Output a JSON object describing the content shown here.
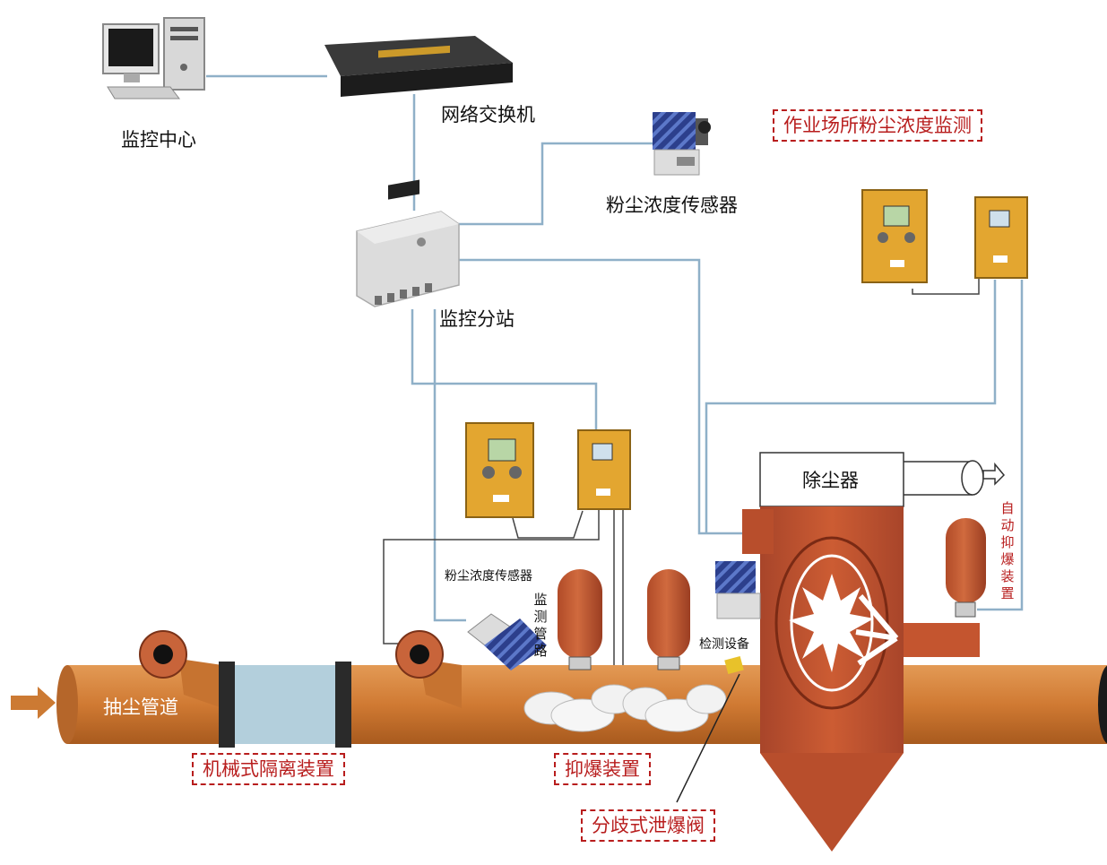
{
  "labels": {
    "monitor_center": "监控中心",
    "network_switch": "网络交换机",
    "dust_sensor_top": "粉尘浓度传感器",
    "sub_station": "监控分站",
    "dust_sensor_mid": "粉尘浓度传感器",
    "monitor_pipe": "监测管路",
    "detector": "检测设备",
    "dust_collector": "除尘器",
    "auto_suppress": "自动抑爆装置",
    "duct": "抽尘管道"
  },
  "callouts": {
    "workplace_monitor": "作业场所粉尘浓度监测",
    "isolation": "机械式隔离装置",
    "suppression": "抑爆装置",
    "vent_valve": "分歧式泄爆阀"
  },
  "colors": {
    "pipe": "#d07a33",
    "pipe_dark": "#a85a1e",
    "vessel": "#c4552f",
    "cabinet": "#e3a630",
    "wire": "#8fb0c8",
    "callout_red": "#b81d1d"
  },
  "icons": [
    "computer-icon",
    "switch-icon",
    "sensor-icon",
    "arrow-icon"
  ]
}
